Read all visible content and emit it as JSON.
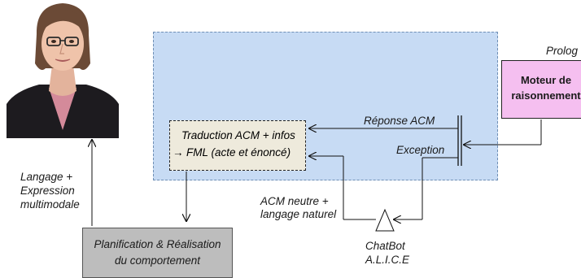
{
  "avatar": {
    "description_icon": "female-avatar-portrait"
  },
  "labels": {
    "prolog": "Prolog",
    "langage_line1": "Langage +",
    "langage_line2": "Expression",
    "langage_line3": "multimodale",
    "reponse_acm": "Réponse ACM",
    "exception": "Exception",
    "acm_neutre_line1": "ACM neutre +",
    "acm_neutre_line2": "langage naturel",
    "chatbot_line1": "ChatBot",
    "chatbot_line2": "A.L.I.C.E"
  },
  "boxes": {
    "traduction_line1": "Traduction ACM + infos",
    "traduction_line2": "FML (acte et énoncé)",
    "traduction_arrow": "→",
    "moteur_line1": "Moteur de",
    "moteur_line2": "raisonnement",
    "planif_line1": "Planification & Réalisation",
    "planif_line2": "du comportement"
  },
  "colors": {
    "blue_region": "#c7dbf4",
    "traduction_box": "#eeeadc",
    "moteur_box": "#f5bff0",
    "planif_box": "#bdbdbd"
  }
}
